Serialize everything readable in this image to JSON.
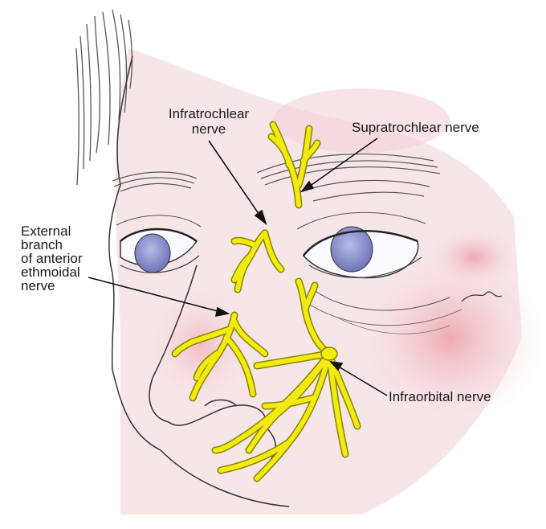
{
  "labels": {
    "infratrochlear": [
      "Infratrochlear",
      "nerve"
    ],
    "supratrochlear": "Supratrochlear nerve",
    "external_branch": [
      "External",
      "branch",
      "of anterior",
      "ethmoidal",
      "nerve"
    ],
    "infraorbital": "Infraorbital nerve"
  },
  "colors": {
    "skin": "#f6e4e6",
    "blush": "#efb6c0",
    "nerve": "#f2ea10",
    "nerve_outline": "#8a8400",
    "iris": "#8f93cf",
    "ink": "#1a1a1a"
  }
}
